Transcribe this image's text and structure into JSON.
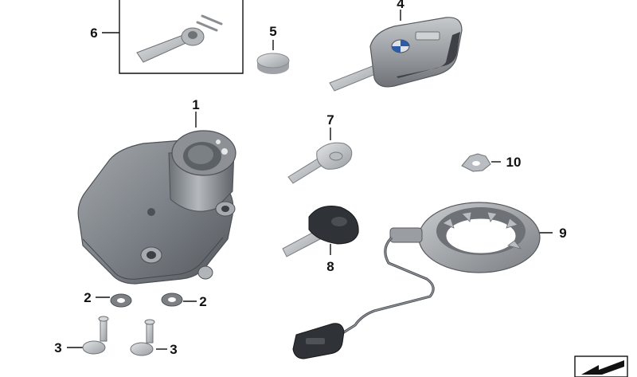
{
  "diagram": {
    "callouts": {
      "p1": "1",
      "p2a": "2",
      "p2b": "2",
      "p3a": "3",
      "p3b": "3",
      "p4": "4",
      "p5": "5",
      "p6": "6",
      "p7": "7",
      "p8": "8",
      "p9": "9",
      "p10": "10"
    },
    "parts": [
      {
        "id": "1",
        "name": "ignition-lock-assembly"
      },
      {
        "id": "2",
        "name": "washer"
      },
      {
        "id": "3",
        "name": "security-bolt"
      },
      {
        "id": "4",
        "name": "folding-key-remote"
      },
      {
        "id": "5",
        "name": "coin-battery"
      },
      {
        "id": "6",
        "name": "lever-with-pins-kit"
      },
      {
        "id": "7",
        "name": "key-blank"
      },
      {
        "id": "8",
        "name": "key-with-transponder-head"
      },
      {
        "id": "9",
        "name": "antenna-ring-with-cable"
      },
      {
        "id": "10",
        "name": "clip-nut"
      }
    ],
    "colors": {
      "housing": "#7d8288",
      "housing_dark": "#5c6166",
      "metal": "#c2c5c8",
      "remote": "#9a9ea3",
      "remote_dark": "#3e4247",
      "ring": "#9ea2a6",
      "ink": "#111111"
    }
  }
}
